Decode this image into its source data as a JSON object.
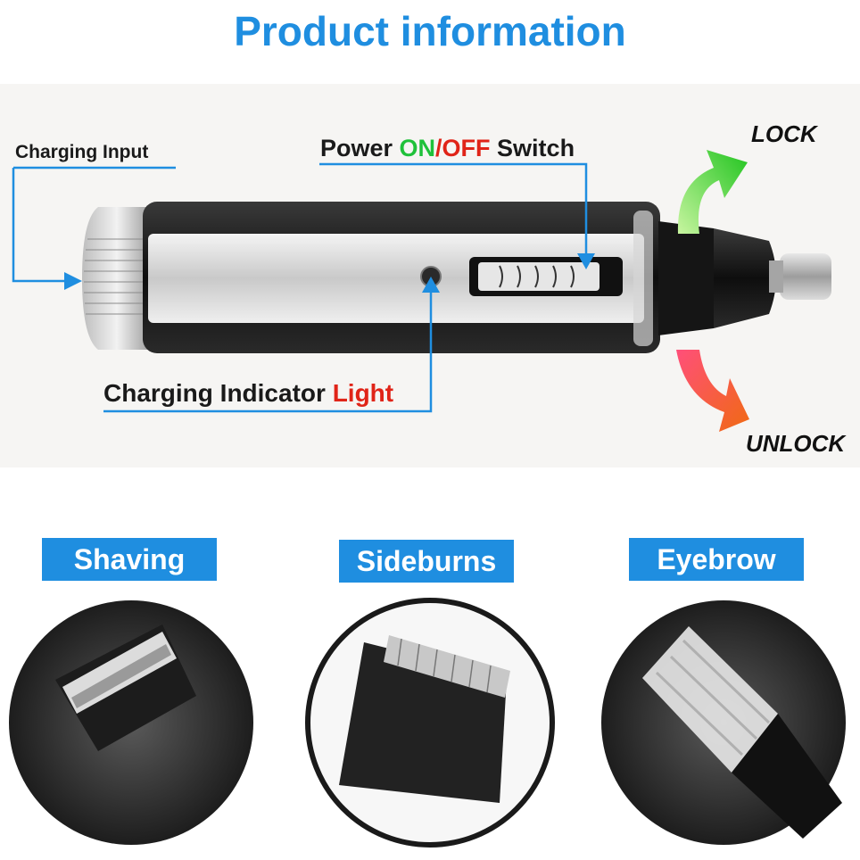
{
  "header": {
    "title": "Product information"
  },
  "callouts": {
    "charging_input": "Charging Input",
    "power_switch": {
      "prefix": "Power ",
      "on": "ON",
      "slash": "/",
      "off": "OFF",
      "suffix": " Switch"
    },
    "charging_indicator": {
      "prefix": "Charging Indicator ",
      "highlight": "Light"
    },
    "lock": "LOCK",
    "unlock": "UNLOCK"
  },
  "features": [
    {
      "label": "Shaving"
    },
    {
      "label": "Sideburns"
    },
    {
      "label": "Eyebrow"
    }
  ],
  "colors": {
    "accent_blue": "#1f8ee0",
    "on_green": "#1fc13a",
    "off_red": "#e02418",
    "lock_arrow": "#2ec82a",
    "unlock_arrow": "#e8204a"
  }
}
